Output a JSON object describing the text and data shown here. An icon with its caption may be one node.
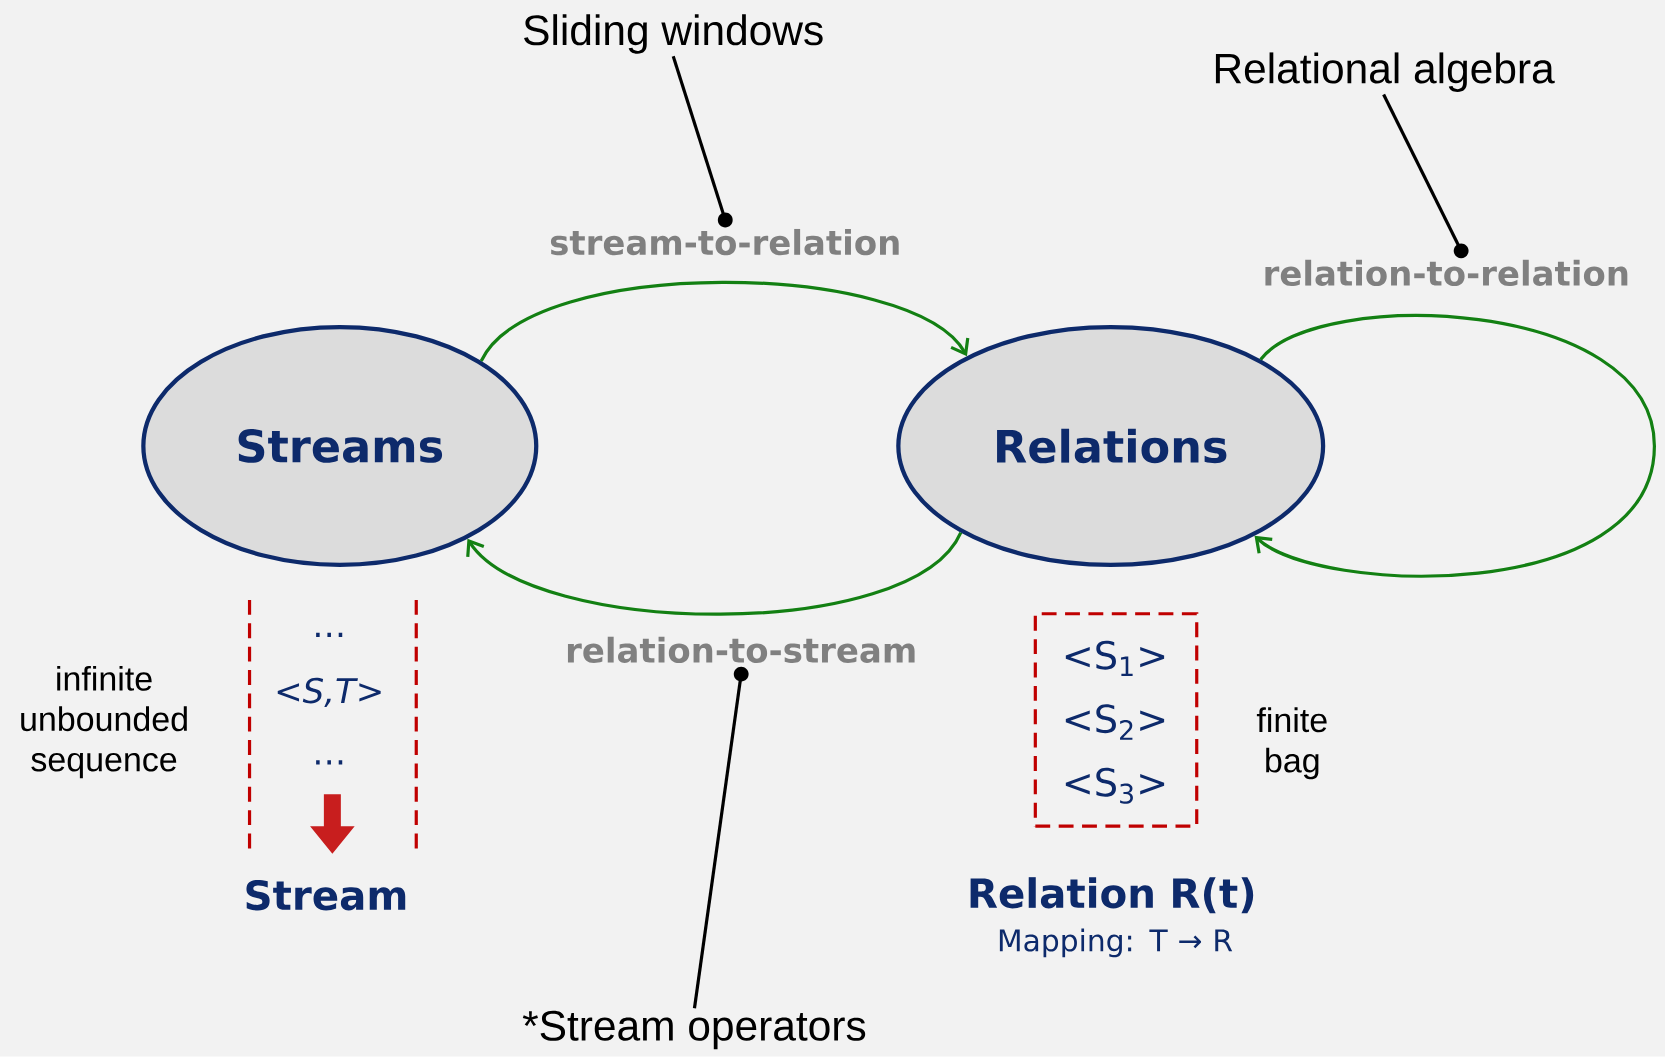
{
  "diagram": {
    "nodes": [
      {
        "text": [
          "Streams"
        ]
      },
      {
        "text": [
          "Relations"
        ]
      },
      {
        "text": [
          "stream-to-relation"
        ]
      },
      {
        "text": [
          "relation-to-relation"
        ]
      },
      {
        "text": [
          "relation-to-stream"
        ]
      },
      {
        "text": [
          "Sliding windows"
        ]
      },
      {
        "text": [
          "Relational algebra"
        ]
      },
      {
        "text": [
          "*Stream operators"
        ]
      },
      {
        "text": [
          "…",
          "<S,T>",
          "…"
        ],
        "beside": [
          "infinite unbounded sequence",
          "Stream"
        ]
      },
      {
        "text": [
          "<S$_{1}$>",
          "<S$_{2}$>",
          "<S$_{3}$>"
        ],
        "beside": [
          "finite bag",
          "Relation R(t)",
          "Mapping: T → R"
        ]
      }
    ],
    "edges": [
      {
        "from": 0,
        "to": 1,
        "arrow": "to",
        "color": "#138013"
      },
      {
        "from": 1,
        "to": 0,
        "arrow": "to",
        "color": "#138013"
      },
      {
        "from": 1,
        "to": 1,
        "arrow": "to",
        "color": "#138013"
      },
      {
        "from": 5,
        "to": 2,
        "arrow": "other",
        "color": "#000000"
      },
      {
        "from": 6,
        "to": 3,
        "arrow": "other",
        "color": "#000000"
      },
      {
        "from": 7,
        "to": 4,
        "arrow": "other",
        "color": "#000000"
      }
    ]
  }
}
